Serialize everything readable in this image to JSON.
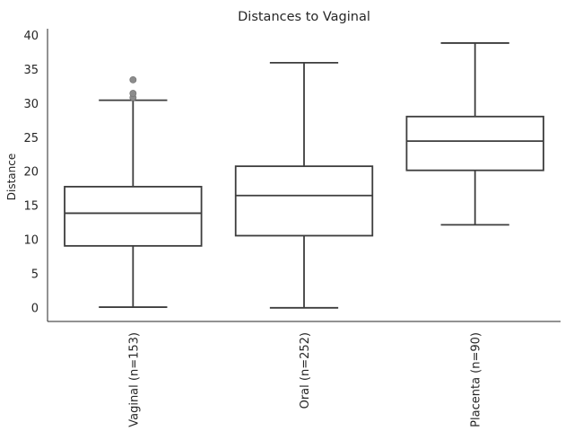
{
  "chart_data": {
    "type": "box",
    "title": "Distances to Vaginal",
    "xlabel": "",
    "ylabel": "Distance",
    "ylim": [
      -2,
      41
    ],
    "yticks": [
      0,
      5,
      10,
      15,
      20,
      25,
      30,
      35,
      40
    ],
    "grid": false,
    "categories": [
      "Vaginal (n=153)",
      "Oral (n=252)",
      "Placenta (n=90)"
    ],
    "boxes": [
      {
        "category": "Vaginal (n=153)",
        "whisker_low": 0.1,
        "q1": 9.1,
        "median": 13.9,
        "q3": 17.8,
        "whisker_high": 30.5,
        "outliers": [
          30.9,
          31.5,
          33.5
        ]
      },
      {
        "category": "Oral (n=252)",
        "whisker_low": 0.0,
        "q1": 10.6,
        "median": 16.5,
        "q3": 20.8,
        "whisker_high": 36.0,
        "outliers": []
      },
      {
        "category": "Placenta (n=90)",
        "whisker_low": 12.2,
        "q1": 20.2,
        "median": 24.5,
        "q3": 28.1,
        "whisker_high": 38.9,
        "outliers": []
      }
    ],
    "colors": {
      "box_fill": "#ffffff",
      "line": "#3d3d3d",
      "outlier": "#8c8c8c",
      "text": "#262626"
    }
  }
}
